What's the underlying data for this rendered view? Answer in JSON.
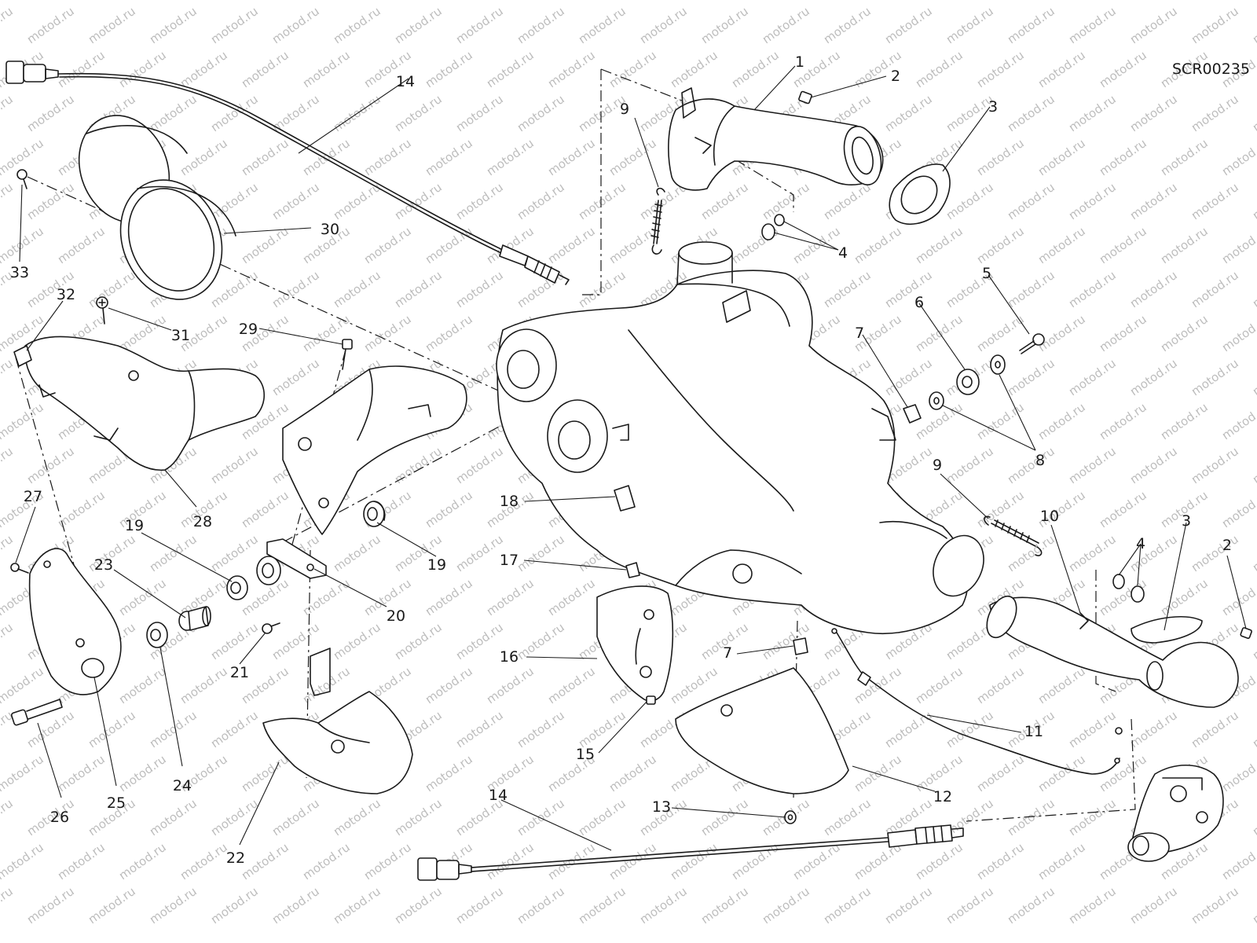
{
  "diagram_code": "SCR00235",
  "watermark_text": "motod.ru",
  "callouts": {
    "c1": "1",
    "c2a": "2",
    "c2b": "2",
    "c3a": "3",
    "c3b": "3",
    "c4a": "4",
    "c4b": "4",
    "c5": "5",
    "c6": "6",
    "c7a": "7",
    "c7b": "7",
    "c8": "8",
    "c9a": "9",
    "c9b": "9",
    "c10": "10",
    "c11": "11",
    "c12": "12",
    "c13": "13",
    "c14a": "14",
    "c14b": "14",
    "c15": "15",
    "c16": "16",
    "c17": "17",
    "c18": "18",
    "c19a": "19",
    "c19b": "19",
    "c20": "20",
    "c21": "21",
    "c22": "22",
    "c23": "23",
    "c24": "24",
    "c25": "25",
    "c26": "26",
    "c27": "27",
    "c28": "28",
    "c29": "29",
    "c30": "30",
    "c31": "31",
    "c32": "32",
    "c33": "33"
  }
}
